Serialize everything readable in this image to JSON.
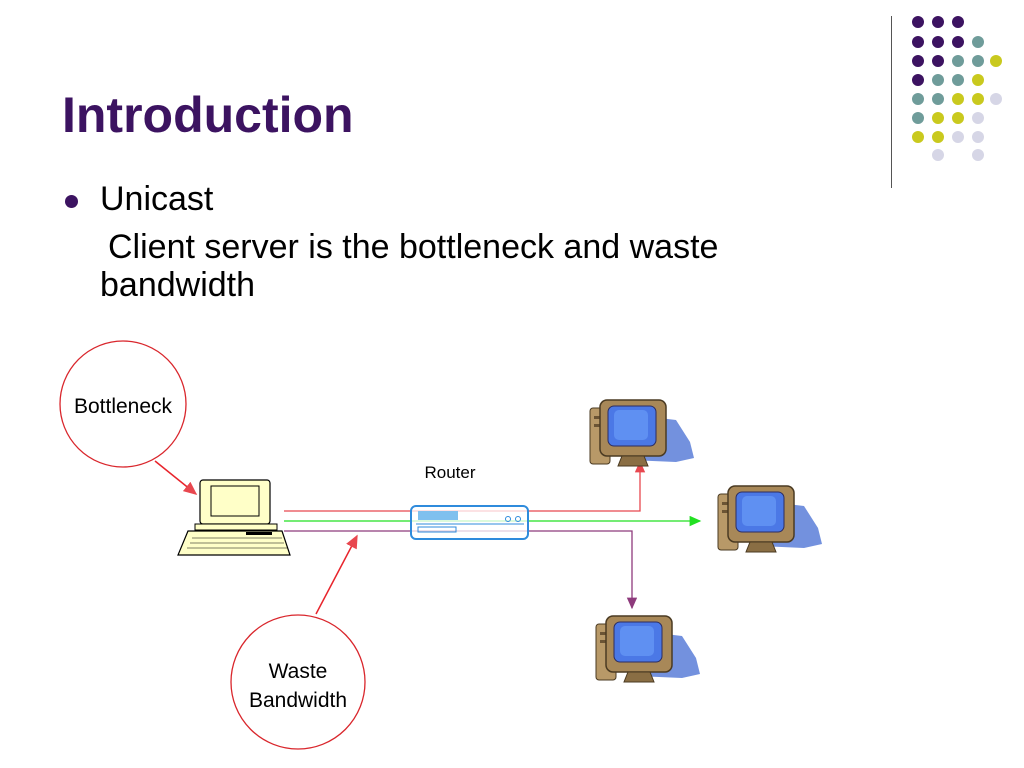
{
  "slide": {
    "title": "Introduction",
    "bullet": "Unicast",
    "sub_text": "Client server is the bottleneck and waste bandwidth"
  },
  "diagram": {
    "bottleneck_label": "Bottleneck",
    "waste_label": "Waste Bandwidth",
    "router_label": "Router"
  },
  "colors": {
    "title": "#3c1361",
    "red_line": "#e8474f",
    "green_line": "#22e022",
    "purple_line": "#8e3a7c",
    "router_outline": "#2f8bdc",
    "callout_circle": "#d9262c",
    "dot_purple": "#3c1361",
    "dot_teal": "#6f9c9a",
    "dot_yellow": "#c9c91e",
    "dot_lavender": "#d6d6e6"
  }
}
